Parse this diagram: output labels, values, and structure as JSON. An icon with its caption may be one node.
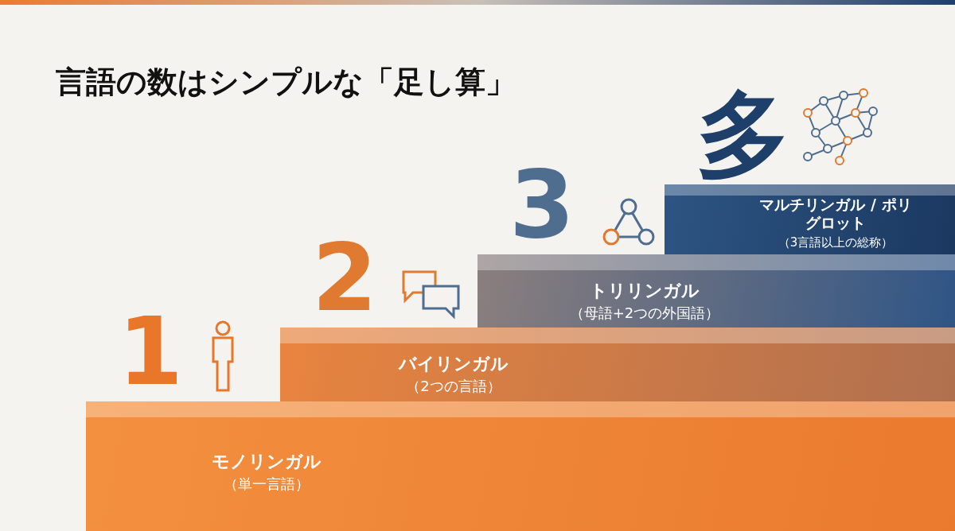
{
  "diagram": {
    "title": "言語の数はシンプルな「足し算」",
    "nodes": [
      {
        "text": [
          "1",
          "モノリンガル",
          "（単一言語）"
        ]
      },
      {
        "text": [
          "2",
          "バイリンガル",
          "（2つの言語）"
        ]
      },
      {
        "text": [
          "3",
          "トリリンガル",
          "（母語+2つの外国語）"
        ]
      },
      {
        "text": [
          "多",
          "マルチリンガル / ポリグロット",
          "（3言語以上の総称）"
        ]
      }
    ],
    "edges": []
  }
}
